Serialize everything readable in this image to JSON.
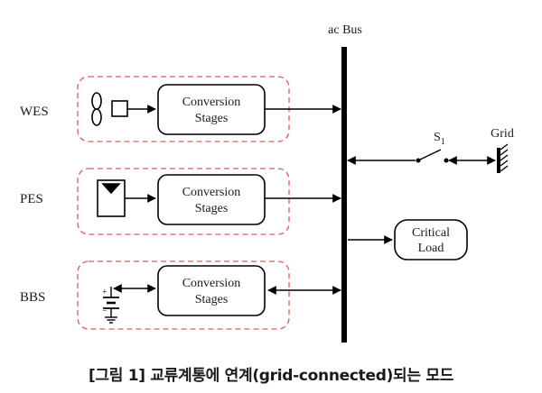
{
  "bus_label": "ac Bus",
  "sources": [
    {
      "id": "wes",
      "label": "WES",
      "block_line1": "Conversion",
      "block_line2": "Stages"
    },
    {
      "id": "pes",
      "label": "PES",
      "block_line1": "Conversion",
      "block_line2": "Stages"
    },
    {
      "id": "bbs",
      "label": "BBS",
      "block_line1": "Conversion",
      "block_line2": "Stages"
    }
  ],
  "switch_label": "S",
  "switch_subscript": "1",
  "grid_label": "Grid",
  "load_line1": "Critical",
  "load_line2": "Load",
  "battery_plus": "+",
  "battery_minus": "−",
  "caption": "[그림 1] 교류계통에 연계(grid-connected)되는 모드",
  "colors": {
    "enclosure_dash": "#e05a5a",
    "line": "#000000",
    "text": "#1a1a1a"
  }
}
